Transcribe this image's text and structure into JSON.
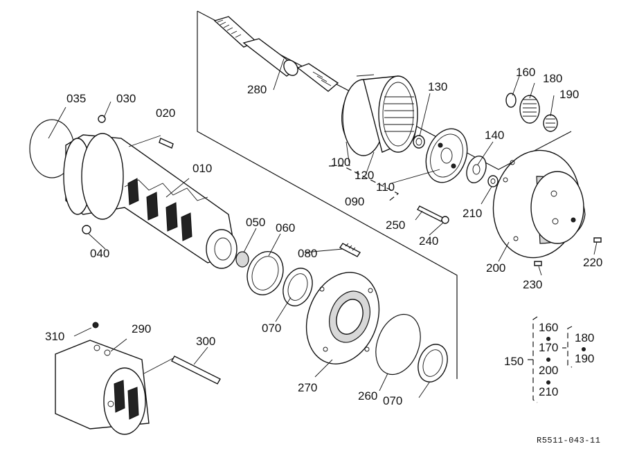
{
  "parts": {
    "p010": "010",
    "p020": "020",
    "p030": "030",
    "p035": "035",
    "p040": "040",
    "p050": "050",
    "p060": "060",
    "p070a": "070",
    "p070b": "070",
    "p080": "080",
    "p090": "090",
    "p100": "100",
    "p110": "110",
    "p120": "120",
    "p130": "130",
    "p140": "140",
    "p160": "160",
    "p180": "180",
    "p190": "190",
    "p200": "200",
    "p210": "210",
    "p220": "220",
    "p230": "230",
    "p240": "240",
    "p250": "250",
    "p260": "260",
    "p270": "270",
    "p280": "280",
    "p290": "290",
    "p300": "300",
    "p310": "310"
  },
  "kit": {
    "main": "150",
    "items": [
      "160",
      "170",
      "200",
      "210"
    ],
    "sub": [
      "180",
      "190"
    ]
  },
  "reference_code": "R5511-043-11"
}
